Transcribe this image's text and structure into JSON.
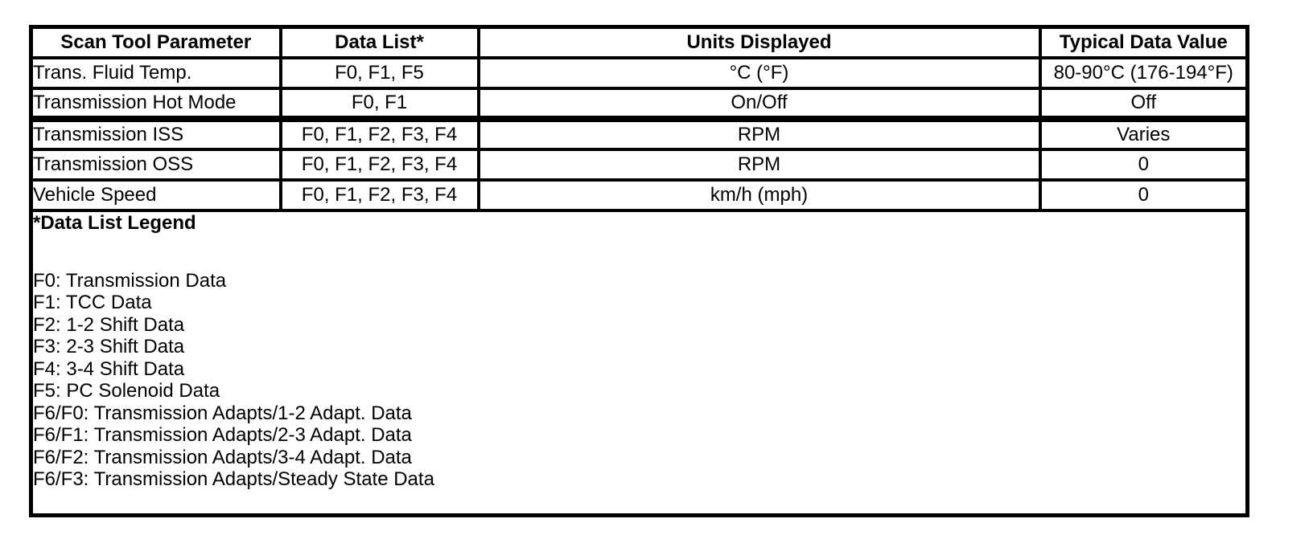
{
  "page": {
    "background_color": "#ffffff",
    "text_color": "#000000",
    "border_color": "#000000"
  },
  "table": {
    "headers": {
      "parameter": "Scan Tool Parameter",
      "data_list": "Data List*",
      "units": "Units Displayed",
      "typical_value": "Typical Data Value"
    },
    "rows": [
      {
        "parameter": "Trans. Fluid Temp.",
        "data_list": "F0, F1, F5",
        "units": "°C (°F)",
        "typical_value": "80-90°C (176-194°F)"
      },
      {
        "parameter": "Transmission Hot Mode",
        "data_list": "F0, F1",
        "units": "On/Off",
        "typical_value": "Off"
      },
      {
        "parameter": "Transmission ISS",
        "data_list": "F0, F1, F2, F3, F4",
        "units": "RPM",
        "typical_value": "Varies"
      },
      {
        "parameter": "Transmission OSS",
        "data_list": "F0, F1, F2, F3, F4",
        "units": "RPM",
        "typical_value": "0"
      },
      {
        "parameter": "Vehicle Speed",
        "data_list": "F0, F1, F2, F3, F4",
        "units": "km/h (mph)",
        "typical_value": "0"
      }
    ],
    "legend": {
      "title": "*Data List Legend",
      "items": [
        "F0: Transmission Data",
        "F1: TCC Data",
        "F2: 1-2 Shift Data",
        "F3: 2-3 Shift Data",
        "F4: 3-4 Shift Data",
        "F5: PC Solenoid Data",
        "F6/F0: Transmission Adapts/1-2 Adapt. Data",
        "F6/F1: Transmission Adapts/2-3 Adapt. Data",
        "F6/F2: Transmission Adapts/3-4 Adapt. Data",
        "F6/F3: Transmission Adapts/Steady State Data"
      ]
    }
  }
}
